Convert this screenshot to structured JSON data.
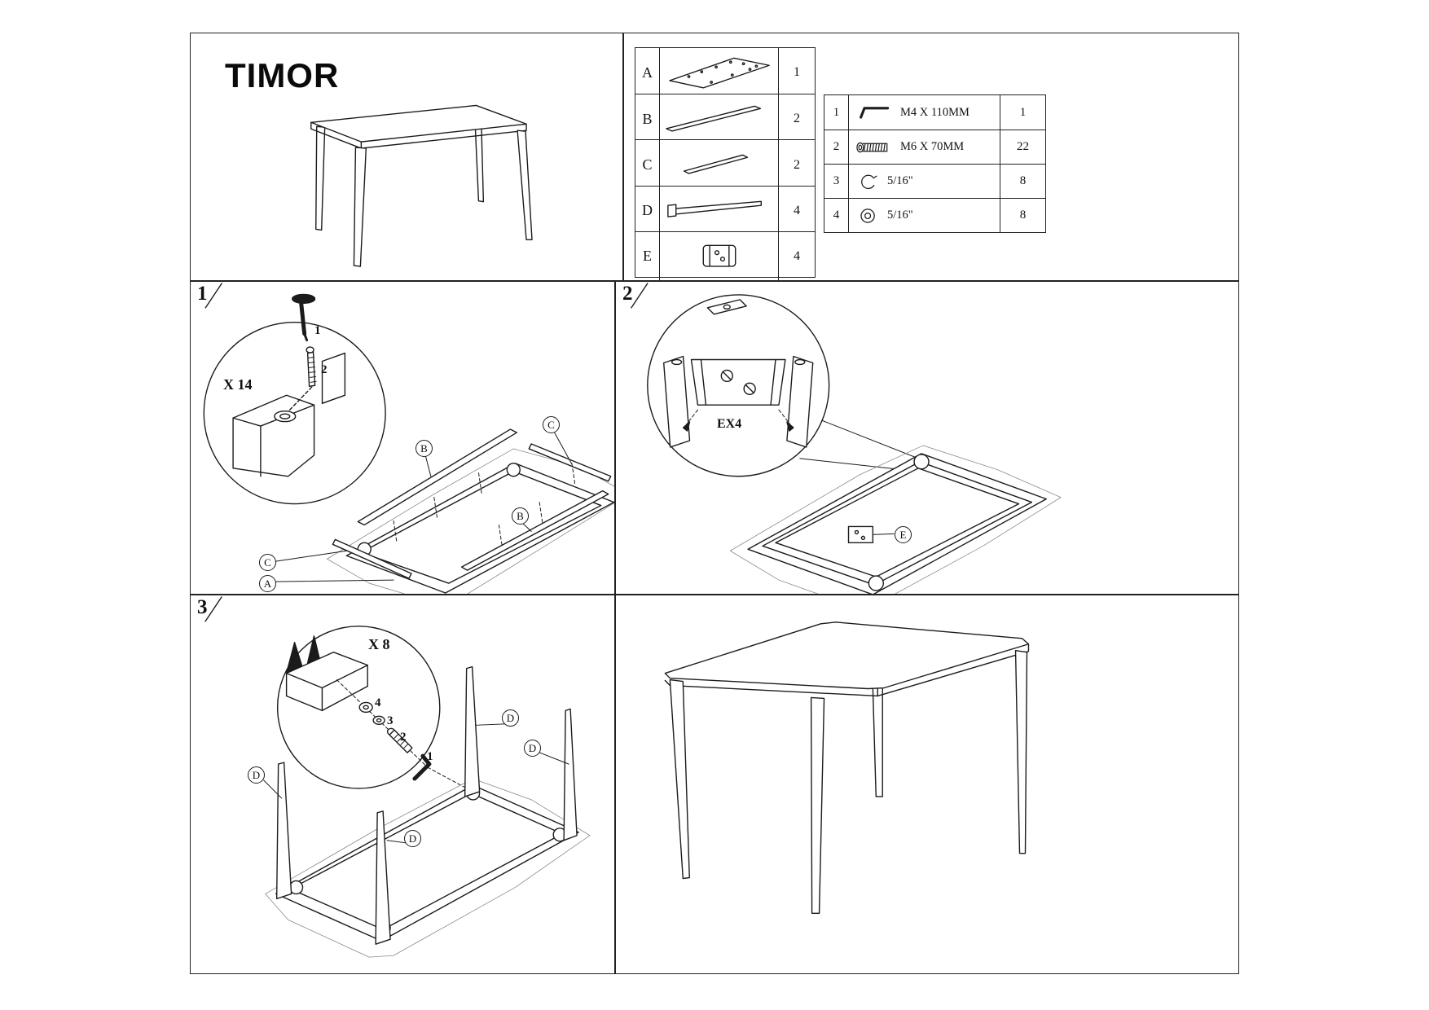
{
  "title": "TIMOR",
  "step_numbers": {
    "step1": "1",
    "step2": "2",
    "step3": "3"
  },
  "parts_list": {
    "rows": [
      {
        "letter": "A",
        "qty": "1"
      },
      {
        "letter": "B",
        "qty": "2"
      },
      {
        "letter": "C",
        "qty": "2"
      },
      {
        "letter": "D",
        "qty": "4"
      },
      {
        "letter": "E",
        "qty": "4"
      }
    ]
  },
  "hardware_list": {
    "rows": [
      {
        "num": "1",
        "label": "M4 X 110MM",
        "qty": "1"
      },
      {
        "num": "2",
        "label": "M6 X 70MM",
        "qty": "22"
      },
      {
        "num": "3",
        "label": "5/16\"",
        "qty": "8"
      },
      {
        "num": "4",
        "label": "5/16\"",
        "qty": "8"
      }
    ]
  },
  "step1": {
    "multiplier": "X 14",
    "callouts": {
      "allen_key": "1",
      "bolt": "2"
    },
    "labels": {
      "c_top": "C",
      "b_top": "B",
      "b_front": "B",
      "c_left": "C",
      "a_tabletop": "A"
    }
  },
  "step2": {
    "multiplier": "EX4",
    "labels": {
      "e_bracket": "E"
    }
  },
  "step3": {
    "multiplier": "X 8",
    "callouts": {
      "flat_washer": "4",
      "spring_washer": "3",
      "bolt": "2",
      "allen_key": "1"
    },
    "labels": {
      "d_top": "D",
      "d_right": "D",
      "d_left": "D",
      "d_front": "D"
    }
  },
  "icons": {
    "hardware": [
      "allen-key-icon",
      "bolt-icon",
      "spring-washer-icon",
      "flat-washer-icon"
    ],
    "parts": [
      "tabletop-icon",
      "long-rail-icon",
      "short-rail-icon",
      "leg-icon",
      "corner-bracket-icon"
    ]
  }
}
